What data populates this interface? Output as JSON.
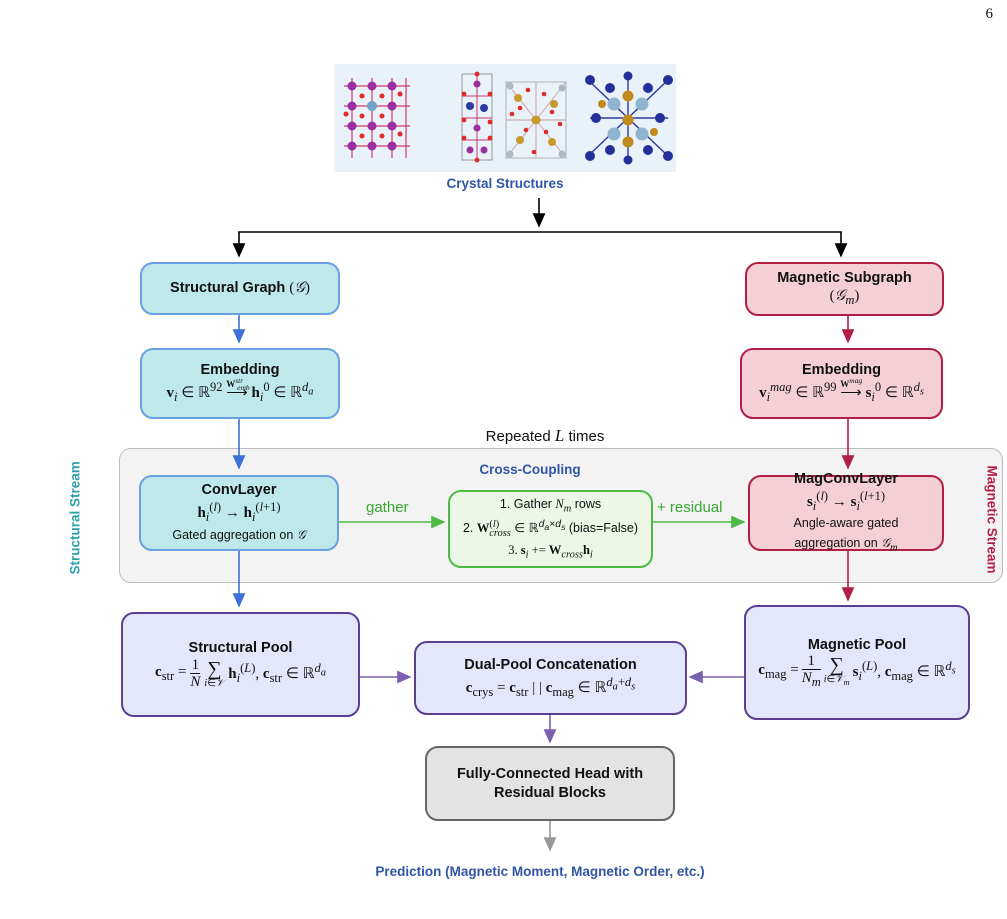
{
  "page_number": "6",
  "crystal": {
    "caption": "Crystal Structures"
  },
  "structural_graph": {
    "title": "Structural Graph",
    "symbol": "(𝒢)"
  },
  "magnetic_subgraph": {
    "title": "Magnetic Subgraph",
    "symbol": "(𝒢m)"
  },
  "embedding_left": {
    "title": "Embedding",
    "math": "vi ∈ ℝ92 —Wstr emb→ hi0 ∈ ℝda"
  },
  "embedding_right": {
    "title": "Embedding",
    "math": "vimag ∈ ℝ99 —Wmag emb→ si0 ∈ ℝds"
  },
  "repeat": {
    "label": "Repeated L times"
  },
  "cross_coupling": {
    "title": "Cross-Coupling",
    "line1": "1. Gather Nm rows",
    "line2": "2. W(l)cross ∈ ℝda×ds (bias=False)",
    "line3": "3. si += Wcross hi"
  },
  "convlayer": {
    "title": "ConvLayer",
    "math": "hi(l) → hi(l+1)",
    "desc": "Gated aggregation on 𝒢"
  },
  "magconvlayer": {
    "title": "MagConvLayer",
    "math": "si(l) → si(l+1)",
    "desc1": "Angle-aware gated",
    "desc2": "aggregation on 𝒢m"
  },
  "edges": {
    "gather": "gather",
    "residual": "+ residual"
  },
  "side_labels": {
    "left": "Structural Stream",
    "right": "Magnetic Stream"
  },
  "structural_pool": {
    "title": "Structural Pool",
    "math": "cstr = 1/N Σi∈𝒱 hi(L), cstr ∈ ℝda"
  },
  "dual_pool": {
    "title": "Dual-Pool Concatenation",
    "math": "ccrys = cstr || cmag ∈ ℝda+ds"
  },
  "magnetic_pool": {
    "title": "Magnetic Pool",
    "math": "cmag = 1/Nm Σi∈𝒱m si(L), cmag ∈ ℝds"
  },
  "fc_head": {
    "title_line1": "Fully-Connected Head with",
    "title_line2": "Residual Blocks"
  },
  "prediction": {
    "label": "Prediction (Magnetic Moment, Magnetic Order, etc.)"
  },
  "colors": {
    "structural": "#6a9fe2",
    "magnetic": "#b31f44",
    "cross": "#4dbb45",
    "pool": "#5a3f93",
    "caption_blue": "#2f56a6",
    "teal_fill": "#bfe8ea",
    "pink_fill": "#f5cfd6"
  }
}
